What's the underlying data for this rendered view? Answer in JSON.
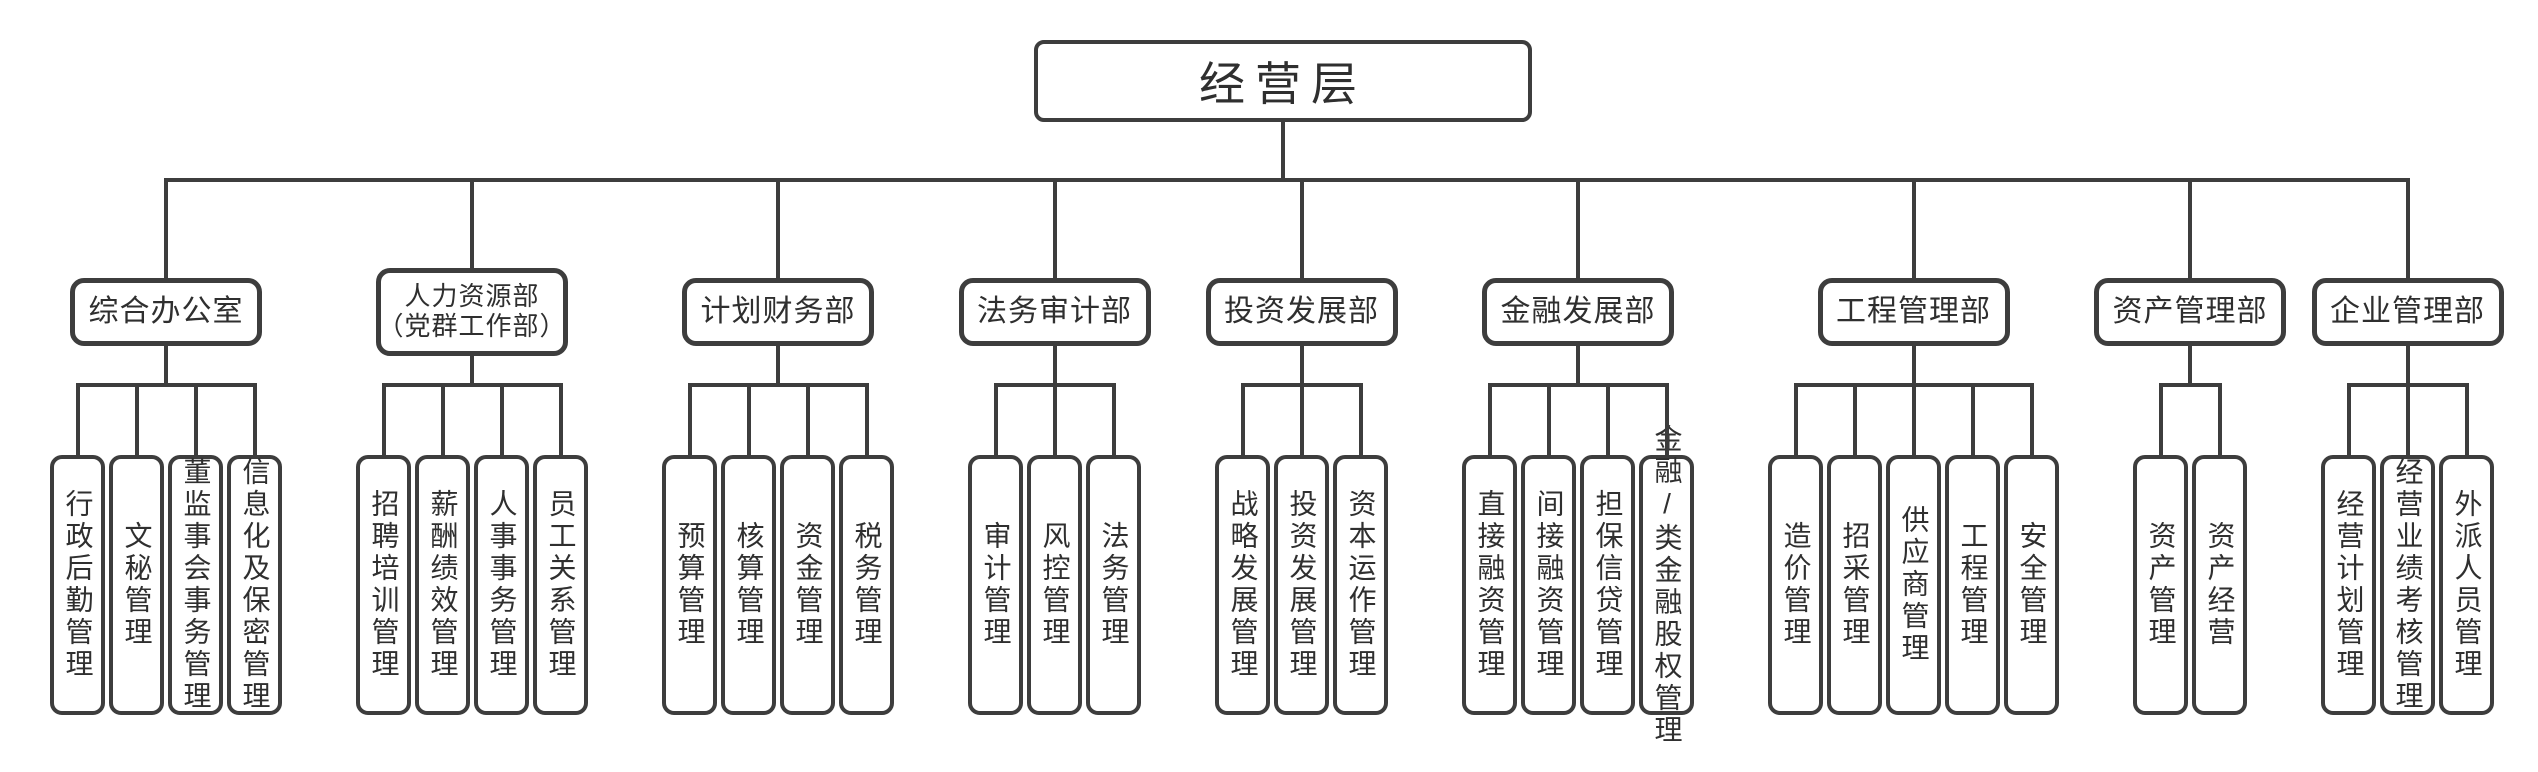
{
  "chart": {
    "type": "org-chart",
    "root": {
      "label": "经营层"
    },
    "departments": [
      {
        "label": "综合办公室",
        "children": [
          "行政后勤管理",
          "文秘管理",
          "董监事会事务管理",
          "信息化及保密管理"
        ]
      },
      {
        "label": "人力资源部",
        "label2": "（党群工作部）",
        "children": [
          "招聘培训管理",
          "薪酬绩效管理",
          "人事事务管理",
          "员工关系管理"
        ]
      },
      {
        "label": "计划财务部",
        "children": [
          "预算管理",
          "核算管理",
          "资金管理",
          "税务管理"
        ]
      },
      {
        "label": "法务审计部",
        "children": [
          "审计管理",
          "风控管理",
          "法务管理"
        ]
      },
      {
        "label": "投资发展部",
        "children": [
          "战略发展管理",
          "投资发展管理",
          "资本运作管理"
        ]
      },
      {
        "label": "金融发展部",
        "children": [
          "直接融资管理",
          "间接融资管理",
          "担保信贷管理",
          "金融/类金融股权管理"
        ]
      },
      {
        "label": "工程管理部",
        "children": [
          "造价管理",
          "招采管理",
          "供应商管理",
          "工程管理",
          "安全管理"
        ]
      },
      {
        "label": "资产管理部",
        "children": [
          "资产管理",
          "资产经营"
        ]
      },
      {
        "label": "企业管理部",
        "children": [
          "经营计划管理",
          "经营业绩考核管理",
          "外派人员管理"
        ]
      }
    ],
    "colors": {
      "line": "#3d3d3d",
      "border": "#3d3d3d",
      "text": "#2f2f2f",
      "background": "#ffffff"
    }
  }
}
